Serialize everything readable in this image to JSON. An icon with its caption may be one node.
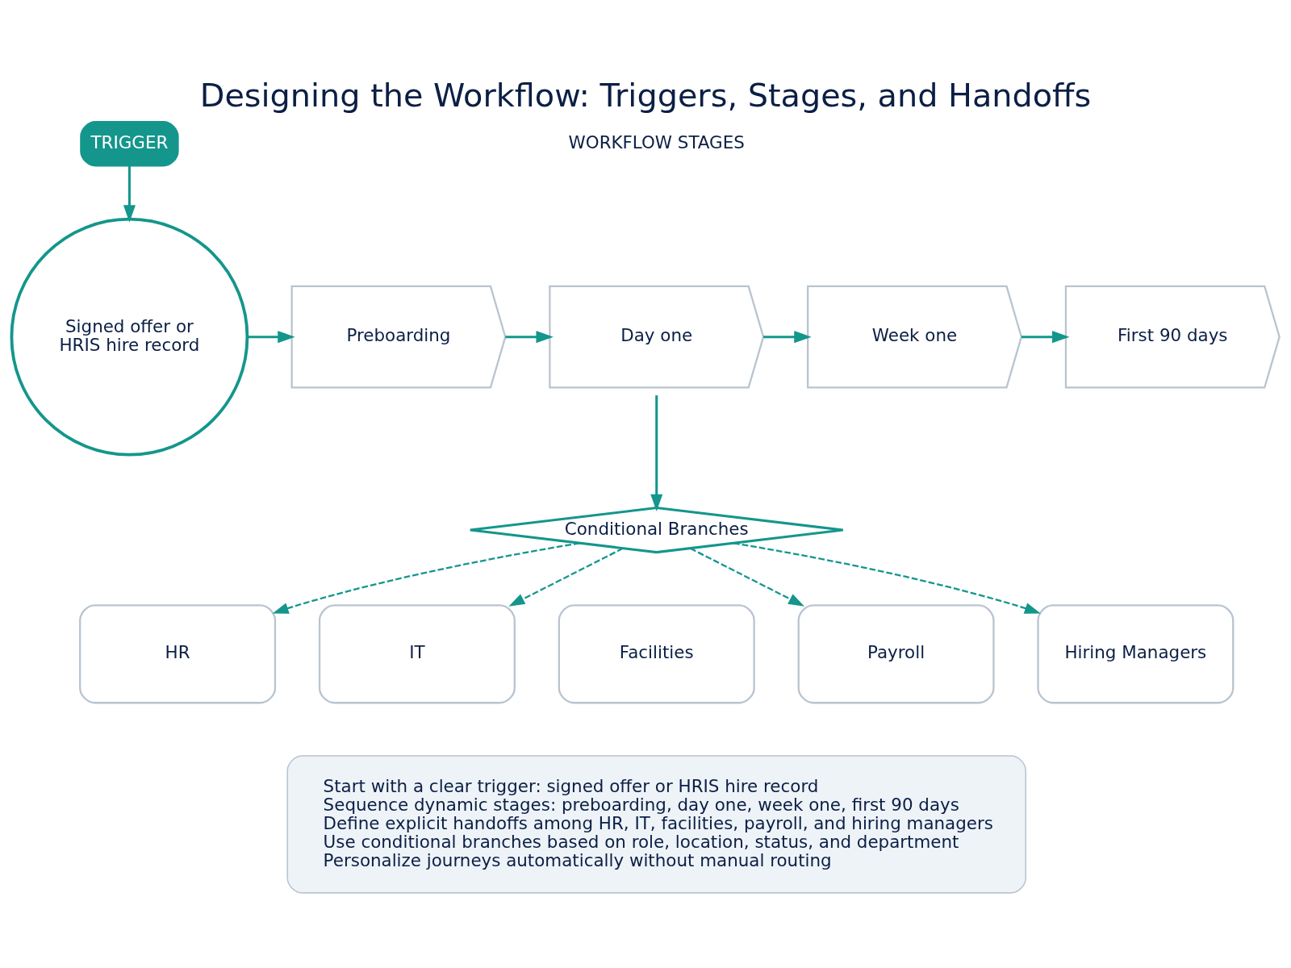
{
  "diagram": {
    "title": "Designing the Workflow: Triggers, Stages, and Handoffs",
    "nodes": [
      {
        "text": [
          "TRIGGER"
        ]
      },
      {
        "text": [
          "Signed offer or HRIS hire record"
        ]
      },
      {
        "text": [
          "Preboarding"
        ]
      },
      {
        "text": [
          "Day one"
        ]
      },
      {
        "text": [
          "Week one"
        ]
      },
      {
        "text": [
          "First 90 days"
        ]
      },
      {
        "text": [
          "Conditional Branches"
        ]
      },
      {
        "text": [
          "HR"
        ]
      },
      {
        "text": [
          "IT"
        ]
      },
      {
        "text": [
          "Facilities"
        ]
      },
      {
        "text": [
          "Payroll"
        ]
      },
      {
        "text": [
          "Hiring Managers"
        ]
      },
      {
        "text": [
          "Start with a clear trigger: signed offer or HRIS hire record",
          "Sequence dynamic stages: preboarding, day one, week one, first 90 days",
          "Define explicit handoffs among HR, IT, facilities, payroll, and hiring managers",
          "Use conditional branches based on role, location, status, and department",
          "Personalize journeys automatically without manual routing"
        ]
      }
    ],
    "edges": [
      {
        "from": 0,
        "to": 1,
        "arrow": "to"
      },
      {
        "from": 1,
        "to": 2,
        "arrow": "to"
      },
      {
        "from": 2,
        "to": 3,
        "arrow": "to"
      },
      {
        "from": 3,
        "to": 4,
        "arrow": "to"
      },
      {
        "from": 4,
        "to": 5,
        "arrow": "to"
      },
      {
        "from": 3,
        "to": 6,
        "arrow": "to"
      },
      {
        "from": 6,
        "to": 7,
        "arrow": "to",
        "style": "dashed"
      },
      {
        "from": 6,
        "to": 8,
        "arrow": "to",
        "style": "dashed"
      },
      {
        "from": 6,
        "to": 10,
        "arrow": "to",
        "style": "dashed"
      },
      {
        "from": 6,
        "to": 11,
        "arrow": "to",
        "style": "dashed"
      }
    ],
    "labels": [
      "WORKFLOW STAGES"
    ]
  }
}
